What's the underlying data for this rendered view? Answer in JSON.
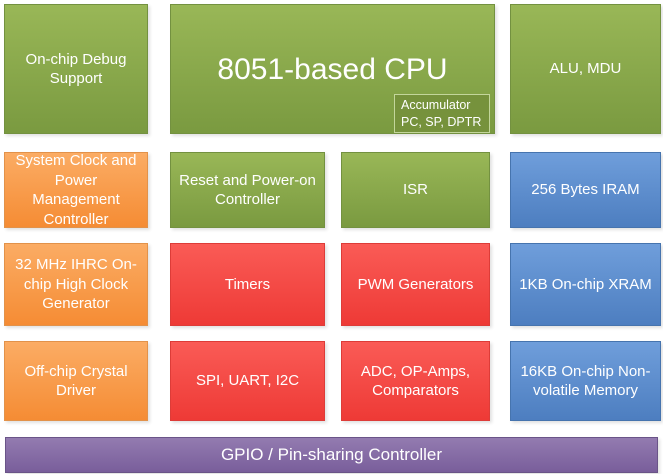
{
  "colors": {
    "green": "#8aa94c",
    "dark_green": "#76923c",
    "orange": "#f6943c",
    "red": "#f1443f",
    "blue": "#5a89c6",
    "purple": "#7e639f",
    "background": "#ffffff",
    "text": "#ffffff"
  },
  "blocks": {
    "debug": {
      "label": "On-chip Debug Support"
    },
    "cpu": {
      "label": "8051-based CPU"
    },
    "cpu_registers": {
      "line1": "Accumulator",
      "line2": "PC, SP, DPTR"
    },
    "alu": {
      "label": "ALU, MDU"
    },
    "system_clock": {
      "label": "System Clock and Power Management Controller"
    },
    "reset": {
      "label": "Reset and Power-on Controller"
    },
    "isr": {
      "label": "ISR"
    },
    "iram": {
      "label": "256 Bytes IRAM"
    },
    "ihrc": {
      "label": "32 MHz IHRC On-chip High Clock Generator"
    },
    "timers": {
      "label": "Timers"
    },
    "pwm": {
      "label": "PWM Generators"
    },
    "xram": {
      "label": "1KB On-chip XRAM"
    },
    "crystal": {
      "label": "Off-chip Crystal Driver"
    },
    "serial": {
      "label": "SPI, UART, I2C"
    },
    "analog": {
      "label": "ADC, OP-Amps, Comparators"
    },
    "nvm": {
      "label": "16KB On-chip Non-volatile Memory"
    },
    "gpio": {
      "label": "GPIO / Pin-sharing Controller"
    }
  }
}
